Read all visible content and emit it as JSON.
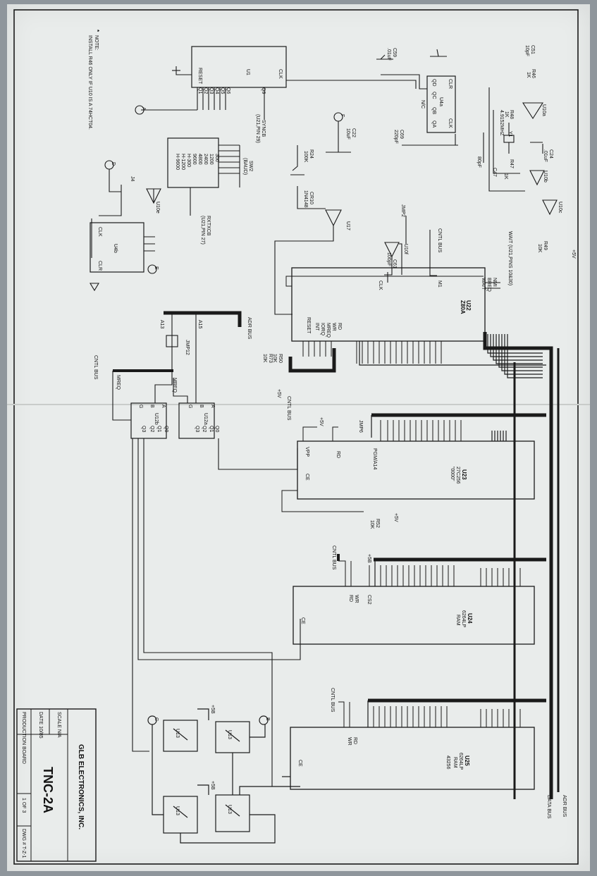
{
  "note": {
    "line1": "NOTE:",
    "line2": "INSTALL R46 ONLY IF U10 IS A 74HCT04."
  },
  "title_block": {
    "company": "GLB ELECTRONICS, INC.",
    "scale": "SCALE N/A",
    "date": "DATE 10/85",
    "product": "TNC-2A",
    "board": "PRODUCTION BOARD",
    "sheet": "1 OF 3",
    "dwg": "DWG # T-Z-1"
  },
  "buses": {
    "adr_bus": "ADR BUS",
    "data_bus": "DATA BUS",
    "cntl_bus": "CNTL BUS"
  },
  "oscillator": {
    "u10a": "U10a",
    "u10b": "U10b",
    "u10c": "U10c",
    "y1": "Y1",
    "xtal": "4.9152MHZ",
    "r46": "R46",
    "r46v": "1K",
    "r48": "R48",
    "r48v": "1K",
    "r47": "R47",
    "r47v": "1K",
    "c24": "C24",
    "c24v": ".01uF",
    "c47": "C47",
    "c47v": "80pF",
    "c51": "C51",
    "c51v": "10pF"
  },
  "u4a": {
    "name": "U4a",
    "clk": "CLK",
    "clr": "CLR",
    "qa": "QA",
    "qb": "QB",
    "qc": "QC",
    "qd": "QD",
    "nc": "N/C",
    "c59": "C59",
    "c59v": ".01uF",
    "c69": "C69",
    "c69v": "220pF"
  },
  "u1": {
    "name": "U1",
    "clk": "CLK",
    "reset": "RESET",
    "q9": "Q9",
    "q6": "Q6",
    "q5": "Q5",
    "q4": "Q4",
    "q3": "Q3",
    "q2": "Q2",
    "q1": "Q1",
    "syncb": "SYNCB",
    "syncb_note": "(U21,PIN 29)"
  },
  "sw2": {
    "name": "SW2",
    "sub": "(BAUD)",
    "rates": [
      "300",
      "1200",
      "2400",
      "4800",
      "9600",
      "H-300",
      "H-1200",
      "H-9600"
    ],
    "rxtxcb": "RXTXCB",
    "rxtxcb_note": "(U21,PIN 27)"
  },
  "misc": {
    "c22": "C22",
    "c22v": "10uF",
    "r24": "R24",
    "r24v": "100K",
    "cr10": "CR10",
    "cr10v": "1N4148",
    "u17": "U17",
    "u10e": "U10e",
    "u10f": "U10f",
    "j4": "J4",
    "jmp2": "JMP2",
    "c61": "C61",
    "c61v": "100pF",
    "r49": "R49",
    "r49v": "10K",
    "plus5v": "+5V",
    "plus5b": "+5B",
    "u4b": "U4b",
    "u4b_clk": "CLK",
    "u4b_clr": "CLR",
    "jmp12": "JMP12",
    "a13": "A13",
    "a15": "A15",
    "r50": "R50",
    "r50v": "10K",
    "r73": "R73",
    "r73v": "10K",
    "r52": "R52",
    "r52v": "10K",
    "jmp6": "JMP6",
    "mreq": "MREQ",
    "ce": "CE"
  },
  "u22": {
    "name": "U22",
    "part": "Z80A",
    "ctrl_left": [
      "NMI",
      "BREQ",
      "WAIT"
    ],
    "wait_note": "WAIT (U21,PINS 10&30)",
    "m1": "M1",
    "clk": "CLK",
    "ctrl": [
      "RD",
      "WR",
      "MREQ",
      "IORQ",
      "INT",
      "RESET"
    ]
  },
  "u23": {
    "name": "U23",
    "part": "27C256",
    "addr": "\"0000\"",
    "pgm": "PGM/A14",
    "vpp": "VPP",
    "rd": "RD"
  },
  "u24": {
    "name": "U24",
    "part": "6264LP",
    "type": "RAM",
    "wr": "WR",
    "rd": "RD",
    "cs2": "CS2"
  },
  "u25": {
    "name": "U25",
    "part": "6264LP",
    "type": "RAM",
    "loc": "43256",
    "wr": "WR",
    "rd": "RD"
  },
  "u12a": {
    "name": "U12a",
    "pins": [
      "A",
      "B",
      "G",
      "Q0",
      "Q1",
      "Q2",
      "Q3"
    ]
  },
  "u12b": {
    "name": "U12b",
    "pins": [
      "A",
      "B",
      "G",
      "Q0",
      "Q1",
      "Q2",
      "Q3"
    ]
  },
  "u13": {
    "name": "U13"
  },
  "offpage": {
    "a": "A",
    "b": "B",
    "c": "C",
    "d": "D",
    "e": "E",
    "f": "F"
  }
}
